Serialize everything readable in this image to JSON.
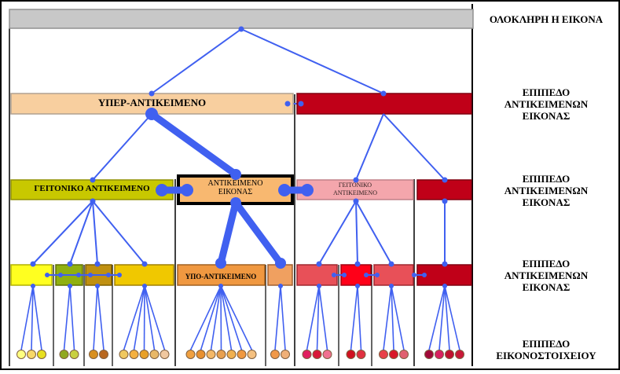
{
  "levels": {
    "whole_image": "ΟΛΟΚΛΗΡΗ Η ΕΙΚΟΝΑ",
    "object_level_1": "ΕΠΙΠΕΔΟ\nΑΝΤΙΚΕΙΜΕΝΩΝ\nΕΙΚΟΝΑΣ",
    "object_level_2": "ΕΠΙΠΕΔΟ\nΑΝΤΙΚΕΙΜΕΝΩΝ\nΕΙΚΟΝΑΣ",
    "object_level_3": "ΕΠΙΠΕΔΟ\nΑΝΤΙΚΕΙΜΕΝΩΝ\nΕΙΚΟΝΑΣ",
    "pixel_level": "ΕΠΙΠΕΔΟ\nΕΙΚΟΝΟΣΤΟΙΧΕΙΟΥ"
  },
  "nodes": {
    "super_object": "ΥΠΕΡ-ΑΝΤΙΚΕΙΜΕΝΟ",
    "neighbor_left": "ΓΕΙΤΟΝΙΚΟ ΑΝΤΙΚΕΙΜΕΝΟ",
    "image_object": "ΑΝΤΙΚΕΙΜΕΝΟ\nΕΙΚΟΝΑΣ",
    "neighbor_right": "ΓΕΙΤΟΝΙΚΟ\nΑΝΤΙΚΕΙΜΕΝΟ",
    "sub_object": "ΥΠΟ-ΑΝΤΙΚΕΙΜΕΝΟ"
  },
  "colors": {
    "root": "#c8c8c8",
    "super_object": "#f8cf9f",
    "right_parent": "#c00018",
    "neighbor_left": "#c8c800",
    "image_object": "#f8b870",
    "neighbor_right": "#f4a6ac",
    "connector": "#4060f0"
  },
  "pixel_colors": [
    [
      "#ffff80",
      "#f8d868",
      "#e8e020"
    ],
    [
      "#90a820",
      "#c8d040"
    ],
    [
      "#d89020",
      "#b86820"
    ],
    [
      "#f0c860",
      "#f4b040",
      "#e8a028",
      "#e8b868",
      "#f0c8a0"
    ],
    [
      "#f0a040",
      "#e89030",
      "#f4b868",
      "#e8a050",
      "#f0b050",
      "#f09840",
      "#f4c080"
    ],
    [
      "#f09848",
      "#f0b078"
    ],
    [
      "#e02060",
      "#d81838",
      "#f07090"
    ],
    [
      "#d01020",
      "#e03040"
    ],
    [
      "#e84048",
      "#d81828",
      "#e06070"
    ],
    [
      "#a00838",
      "#d82060",
      "#c01030",
      "#c81838"
    ]
  ]
}
